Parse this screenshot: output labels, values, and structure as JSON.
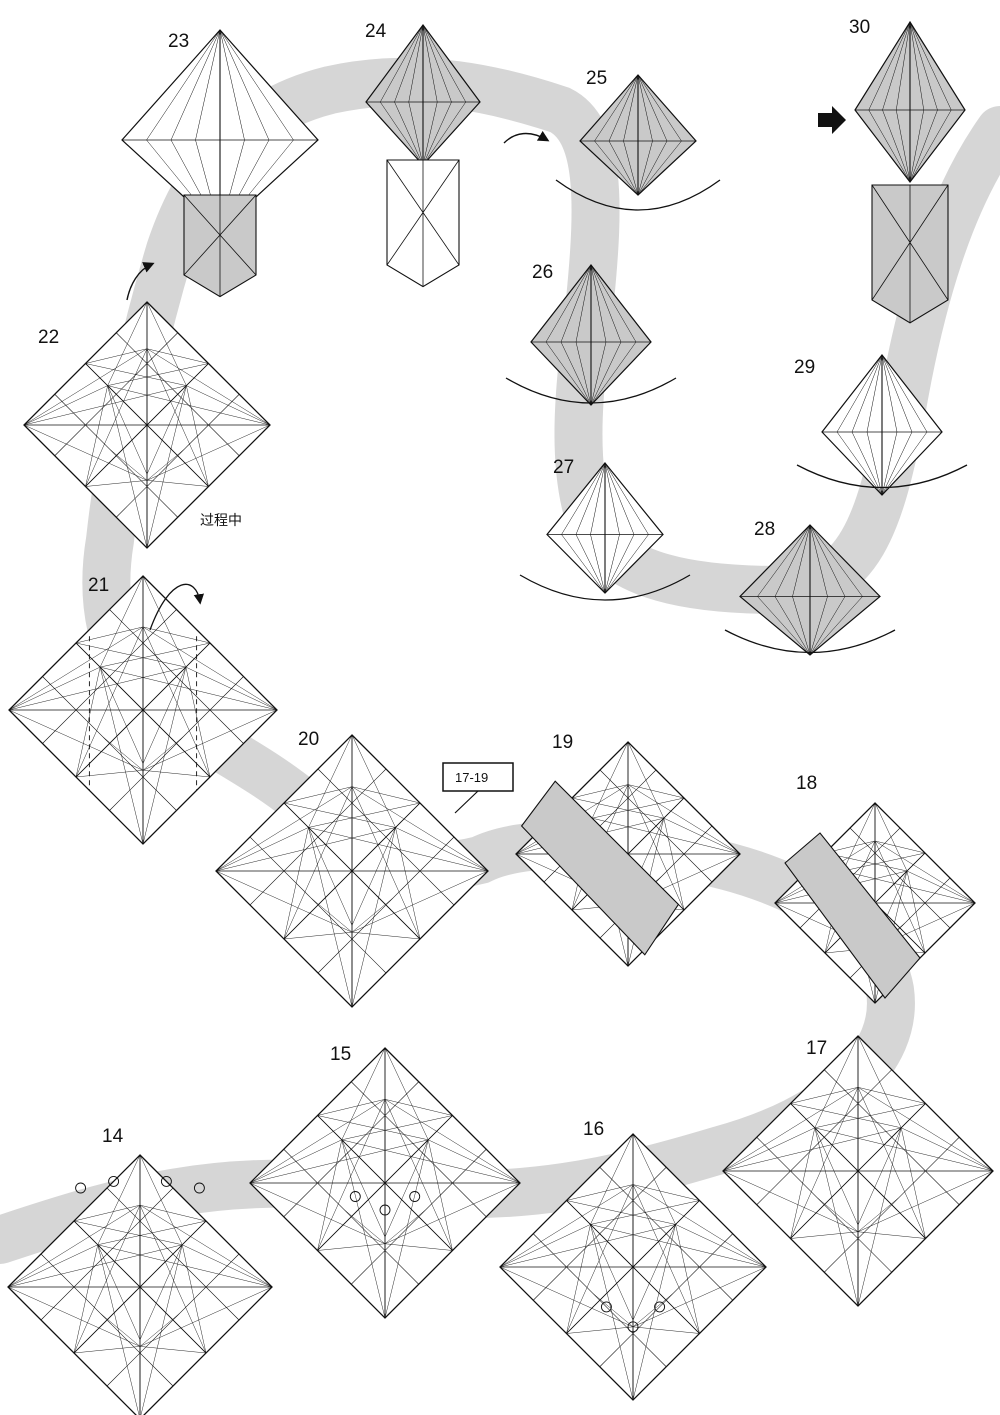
{
  "steps": [
    {
      "id": "14",
      "label": "14"
    },
    {
      "id": "15",
      "label": "15"
    },
    {
      "id": "16",
      "label": "16"
    },
    {
      "id": "17",
      "label": "17"
    },
    {
      "id": "18",
      "label": "18"
    },
    {
      "id": "19",
      "label": "19"
    },
    {
      "id": "20",
      "label": "20"
    },
    {
      "id": "21",
      "label": "21"
    },
    {
      "id": "22",
      "label": "22"
    },
    {
      "id": "23",
      "label": "23"
    },
    {
      "id": "24",
      "label": "24"
    },
    {
      "id": "25",
      "label": "25"
    },
    {
      "id": "26",
      "label": "26"
    },
    {
      "id": "27",
      "label": "27"
    },
    {
      "id": "28",
      "label": "28"
    },
    {
      "id": "29",
      "label": "29"
    },
    {
      "id": "30",
      "label": "30"
    }
  ],
  "notes": {
    "in_progress": "过程中",
    "repeat_reference": "17-19"
  },
  "colors": {
    "path_band": "#d6d6d6",
    "paper_white": "#ffffff",
    "paper_colored": "#c9c9c9",
    "line": "#111111"
  }
}
